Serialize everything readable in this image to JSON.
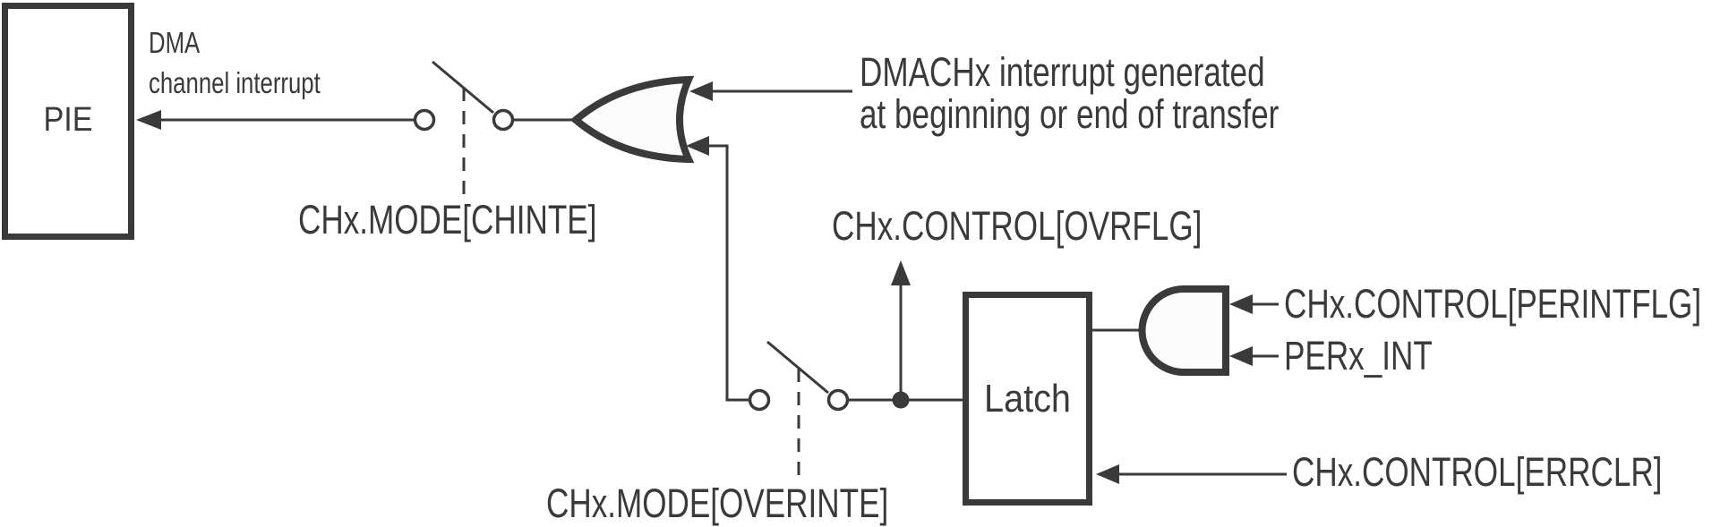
{
  "figure": {
    "type": "logic-block-diagram",
    "description": "DMA channel interrupt generation logic",
    "colors": {
      "ink": "#3a3a3a",
      "gate_fill": "#fcfcfc",
      "background": "#ffffff"
    }
  },
  "labels": {
    "pie": "PIE",
    "dma_line1": "DMA",
    "dma_line2": "channel interrupt",
    "chinte": "CHx.MODE[CHINTE]",
    "dmachx_line1": "DMACHx interrupt generated",
    "dmachx_line2": "at beginning or end of transfer",
    "ovrflg": "CHx.CONTROL[OVRFLG]",
    "overinte": "CHx.MODE[OVERINTE]",
    "latch": "Latch",
    "perintflg": "CHx.CONTROL[PERINTFLG]",
    "perx_int": "PERx_INT",
    "errclr": "CHx.CONTROL[ERRCLR]"
  }
}
